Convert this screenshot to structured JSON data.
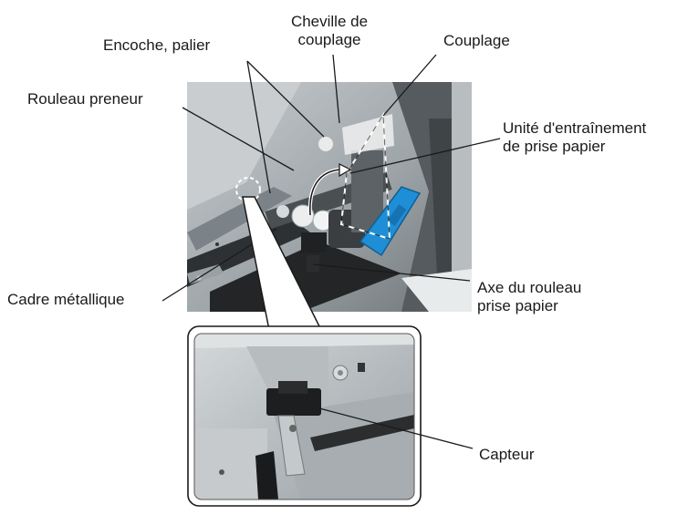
{
  "labels": {
    "cheville": [
      "Cheville de",
      "couplage"
    ],
    "couplage": "Couplage",
    "encoche": "Encoche, palier",
    "rouleau_preneur": "Rouleau preneur",
    "unite": [
      "Unité d'entraînement",
      "de prise papier"
    ],
    "cadre": "Cadre métallique",
    "axe": [
      "Axe du rouleau",
      "prise papier"
    ],
    "capteur": "Capteur"
  },
  "colors": {
    "blue_handle": "#1e8fd6",
    "metal": "#8a9297",
    "photo_dark": "#2b2d2e"
  }
}
